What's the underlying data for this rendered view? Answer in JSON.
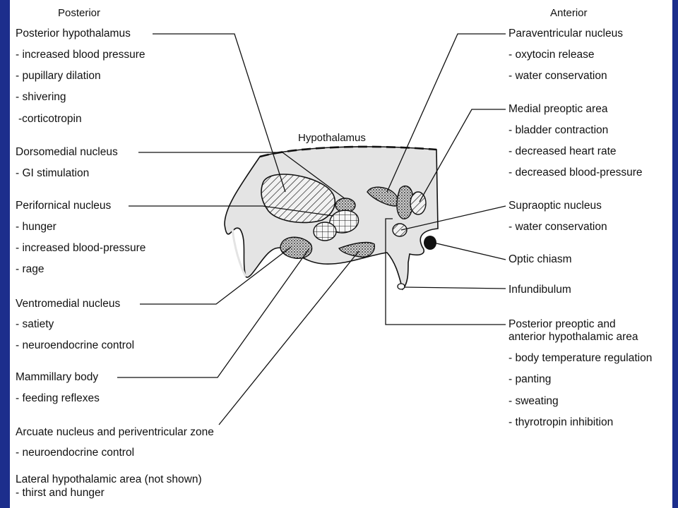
{
  "headers": {
    "posterior": "Posterior",
    "anterior": "Anterior",
    "hypothalamus": "Hypothalamus"
  },
  "left_labels": {
    "posterior_hypothalamus": {
      "title": "Posterior hypothalamus",
      "items": [
        "- increased blood pressure",
        "- pupillary dilation",
        "- shivering",
        "-corticotropin"
      ]
    },
    "dorsomedial_nucleus": {
      "title": "Dorsomedial nucleus",
      "items": [
        "- GI stimulation"
      ]
    },
    "perifornical_nucleus": {
      "title": "Perifornical nucleus",
      "items": [
        "- hunger",
        "- increased blood-pressure",
        "- rage"
      ]
    },
    "ventromedial_nucleus": {
      "title": "Ventromedial nucleus",
      "items": [
        "- satiety",
        "- neuroendocrine control"
      ]
    },
    "mammillary_body": {
      "title": "Mammillary body",
      "items": [
        "- feeding reflexes"
      ]
    },
    "arcuate_nucleus": {
      "title": "Arcuate nucleus and periventricular zone",
      "items": [
        "- neuroendocrine control"
      ]
    },
    "lateral_hypothalamic_area": {
      "title": "Lateral hypothalamic area (not shown)",
      "items": [
        "- thirst and hunger"
      ]
    }
  },
  "right_labels": {
    "paraventricular_nucleus": {
      "title": "Paraventricular nucleus",
      "items": [
        "- oxytocin release",
        "- water conservation"
      ]
    },
    "medial_preoptic_area": {
      "title": "Medial preoptic area",
      "items": [
        "- bladder contraction",
        "- decreased heart rate",
        "- decreased blood-pressure"
      ]
    },
    "supraoptic_nucleus": {
      "title": "Supraoptic nucleus",
      "items": [
        "- water conservation"
      ]
    },
    "optic_chiasm": {
      "title": "Optic chiasm"
    },
    "infundibulum": {
      "title": "Infundibulum"
    },
    "posterior_preoptic": {
      "title_line1": "Posterior preoptic and",
      "title_line2": "anterior hypothalamic area",
      "items": [
        "- body temperature regulation",
        "- panting",
        "- sweating",
        "- thyrotropin inhibition"
      ]
    }
  },
  "colors": {
    "frame": "#1c2e8c",
    "region_fill": "#e4e4e4",
    "ink": "#111111"
  }
}
